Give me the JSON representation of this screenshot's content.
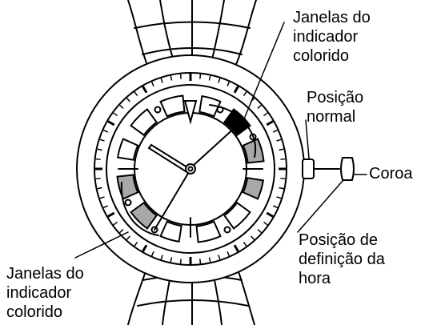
{
  "labels": {
    "top_right": [
      "Janelas do",
      "indicador",
      "colorido"
    ],
    "bottom_left": [
      "Janelas do",
      "indicador",
      "colorido"
    ],
    "normal_position": [
      "Posição",
      "normal"
    ],
    "crown": [
      "Coroa"
    ],
    "time_set_position": [
      "Posição de",
      "definição da",
      "hora"
    ]
  },
  "colors": {
    "stroke": "#000000",
    "window_gray": "#a8a8a8",
    "window_dark": "#000000"
  }
}
